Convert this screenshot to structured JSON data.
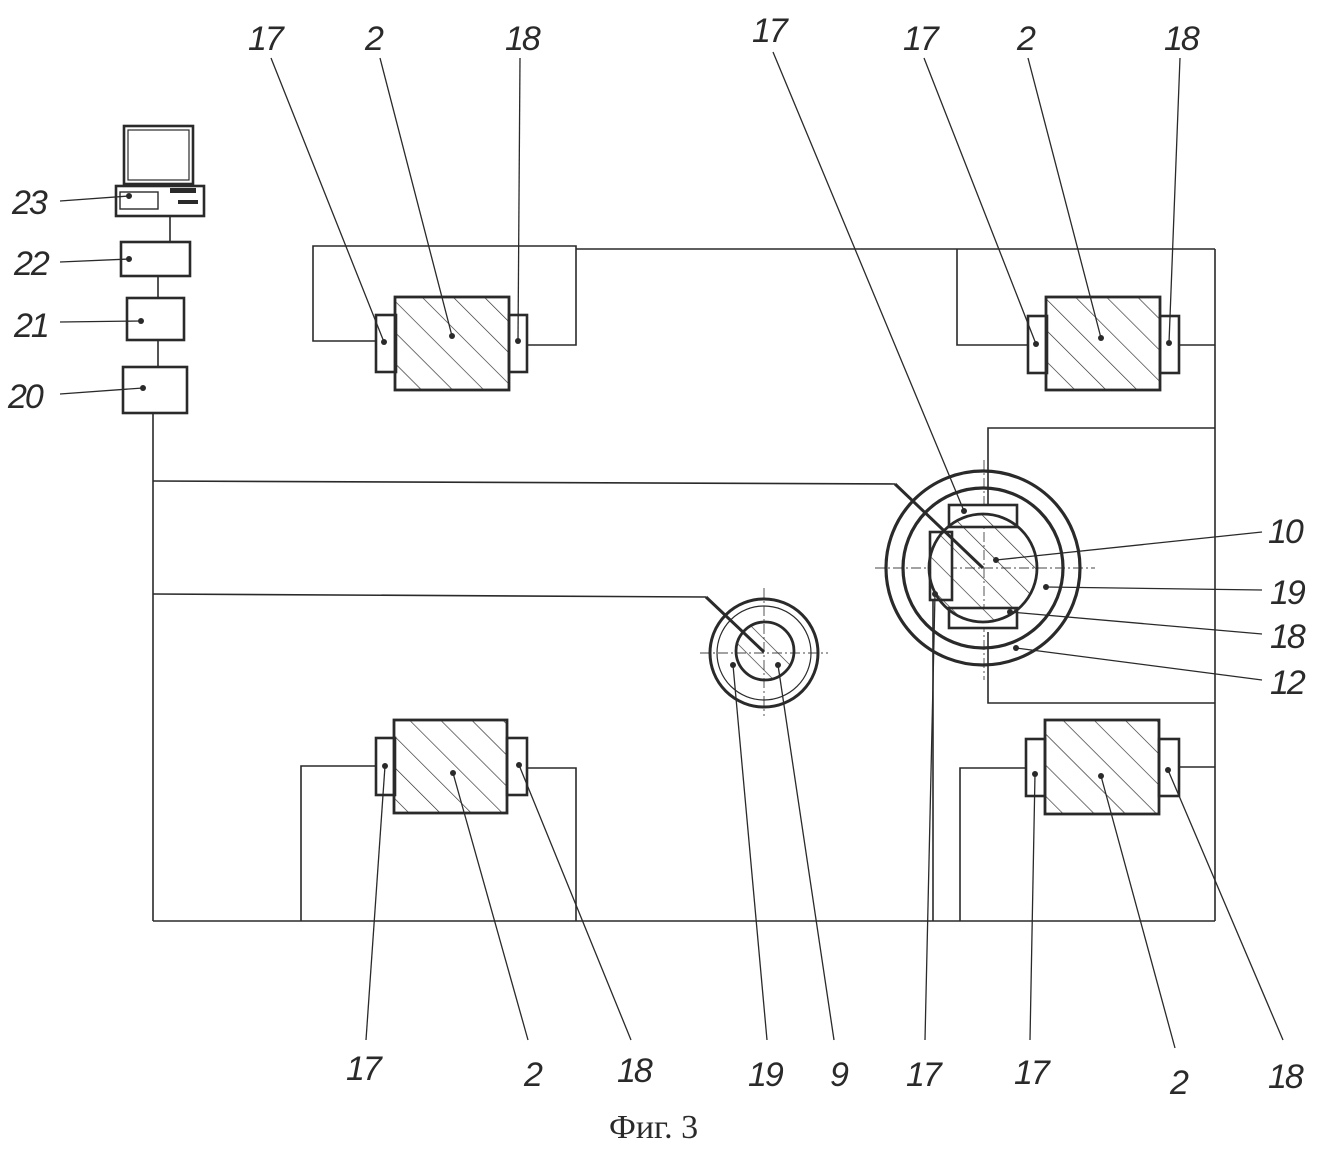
{
  "figure": {
    "caption": "Фиг. 3"
  },
  "labels": {
    "l23": "23",
    "l22": "22",
    "l21": "21",
    "l20": "20",
    "tl17": "17",
    "tl2": "2",
    "tl18": "18",
    "tc17": "17",
    "tr17": "17",
    "tr2": "2",
    "tr18": "18",
    "r10": "10",
    "r19": "19",
    "r18": "18",
    "r12": "12",
    "bl17": "17",
    "bl2": "2",
    "bl18": "18",
    "b19": "19",
    "b9": "9",
    "b17c": "17",
    "br17": "17",
    "br2": "2",
    "br18": "18"
  }
}
